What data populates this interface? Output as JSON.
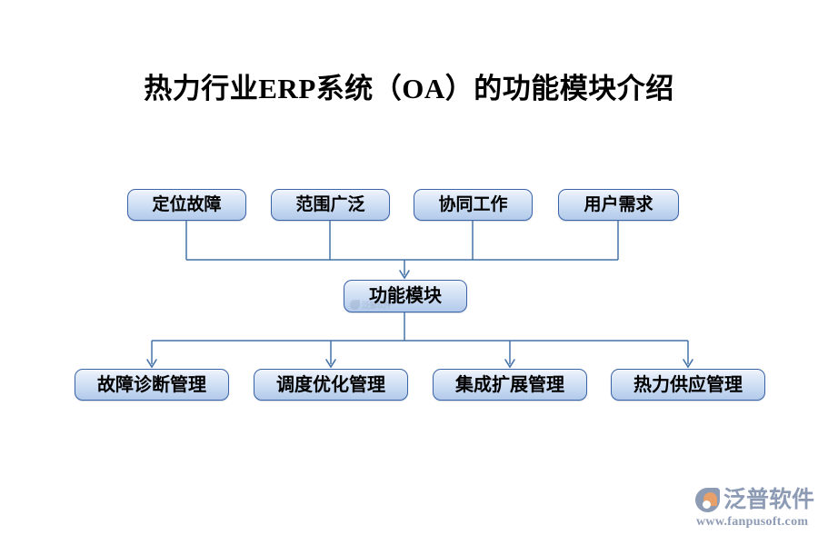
{
  "title": "热力行业ERP系统（OA）的功能模块介绍",
  "diagram": {
    "type": "org-chart",
    "accent_color": "#3a63a8",
    "node_fill_top": "#f2f6fc",
    "node_fill_bottom": "#b3caea",
    "connector_color": "#4472a8",
    "top_nodes": [
      {
        "label": "定位故障"
      },
      {
        "label": "范围广泛"
      },
      {
        "label": "协同工作"
      },
      {
        "label": "用户需求"
      }
    ],
    "center_node": {
      "label": "功能模块"
    },
    "bottom_nodes": [
      {
        "label": "故障诊断管理"
      },
      {
        "label": "调度优化管理"
      },
      {
        "label": "集成扩展管理"
      },
      {
        "label": "热力供应管理"
      }
    ],
    "watermark": {
      "text": "泛普软件"
    }
  },
  "footer": {
    "brand": "泛普软件",
    "url": "www.fanpusoft.com"
  }
}
